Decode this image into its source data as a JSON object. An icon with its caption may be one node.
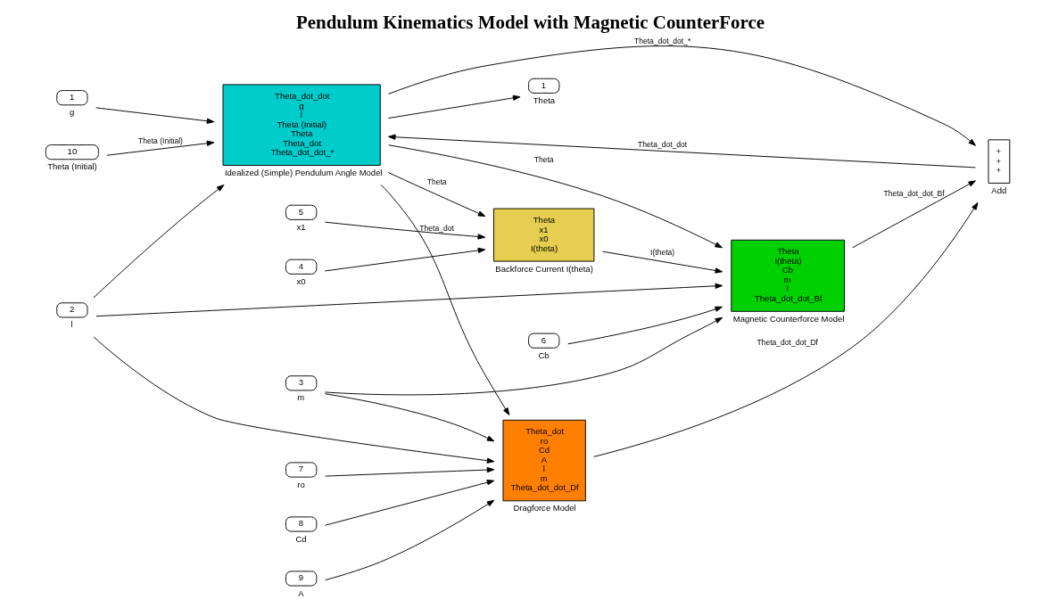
{
  "diagram": {
    "title": "Pendulum Kinematics Model with Magnetic CounterForce",
    "nodes": [
      {
        "text": [
          "1"
        ],
        "beside": [
          "g"
        ]
      },
      {
        "text": [
          "2"
        ],
        "beside": [
          "l"
        ]
      },
      {
        "text": [
          "3"
        ],
        "beside": [
          "m"
        ]
      },
      {
        "text": [
          "4"
        ],
        "beside": [
          "x0"
        ]
      },
      {
        "text": [
          "5"
        ],
        "beside": [
          "x1"
        ]
      },
      {
        "text": [
          "6"
        ],
        "beside": [
          "Cb"
        ]
      },
      {
        "text": [
          "7"
        ],
        "beside": [
          "ro"
        ]
      },
      {
        "text": [
          "8"
        ],
        "beside": [
          "Cd"
        ]
      },
      {
        "text": [
          "9"
        ],
        "beside": [
          "A"
        ]
      },
      {
        "text": [
          "10"
        ],
        "beside": [
          "Theta (Initial)"
        ]
      },
      {
        "text": [
          "+",
          "+",
          "+"
        ],
        "beside": [
          "Add"
        ]
      },
      {
        "text": [
          "Theta_dot_dot",
          "g",
          "l",
          "Theta (Initial)",
          "Theta",
          "Theta_dot",
          "Theta_dot_dot_*"
        ],
        "beside": [
          "Idealized (Simple) Pendulum Angle Model"
        ]
      },
      {
        "text": [
          "Theta",
          "I(theta)",
          "Cb",
          "m",
          "l",
          "Theta_dot_dot_Bf"
        ],
        "beside": [
          "Magnetic Counterforce Model"
        ]
      },
      {
        "text": [
          "Theta",
          "x1",
          "x0",
          "I(theta)"
        ],
        "beside": [
          "Backforce Current I(theta)"
        ]
      },
      {
        "text": [
          "Theta_dot",
          "ro",
          "Cd",
          "A",
          "l",
          "m",
          "Theta_dot_dot_Df"
        ],
        "beside": [
          "Dragforce Model"
        ]
      },
      {
        "text": [
          "1"
        ],
        "beside": [
          "Theta"
        ]
      }
    ],
    "edges": [
      {
        "from": 12,
        "to": 10,
        "arrow": "to",
        "label": "Theta_dot_dot_Bf"
      },
      {
        "from": 11,
        "to": 10,
        "arrow": "to",
        "label": "Theta_dot_dot_*"
      },
      {
        "from": 10,
        "to": 11,
        "arrow": "to",
        "label": "Theta_dot_dot"
      },
      {
        "from": 0,
        "to": 11,
        "arrow": "to"
      },
      {
        "from": 1,
        "to": 11,
        "arrow": "to"
      },
      {
        "from": 9,
        "to": 11,
        "arrow": "to",
        "label": "Theta (Initial)"
      },
      {
        "from": 11,
        "to": 12,
        "arrow": "to",
        "label": "Theta"
      },
      {
        "from": 11,
        "to": 15,
        "arrow": "to"
      },
      {
        "from": 13,
        "to": 12,
        "arrow": "to",
        "label": "I(theta)"
      },
      {
        "from": 5,
        "to": 12,
        "arrow": "to"
      },
      {
        "from": 2,
        "to": 12,
        "arrow": "to"
      },
      {
        "from": 1,
        "to": 12,
        "arrow": "to"
      },
      {
        "from": 11,
        "to": 13,
        "arrow": "to",
        "label": "Theta"
      },
      {
        "from": 4,
        "to": 13,
        "arrow": "to"
      },
      {
        "from": 3,
        "to": 13,
        "arrow": "to"
      },
      {
        "from": 11,
        "to": 14,
        "arrow": "to",
        "label": "Theta_dot"
      },
      {
        "from": 6,
        "to": 14,
        "arrow": "to"
      },
      {
        "from": 7,
        "to": 14,
        "arrow": "to"
      },
      {
        "from": 8,
        "to": 14,
        "arrow": "to"
      },
      {
        "from": 1,
        "to": 14,
        "arrow": "to"
      },
      {
        "from": 2,
        "to": 14,
        "arrow": "to"
      },
      {
        "from": 14,
        "to": 10,
        "arrow": "to",
        "label": "Theta_dot_dot_Df"
      }
    ]
  }
}
